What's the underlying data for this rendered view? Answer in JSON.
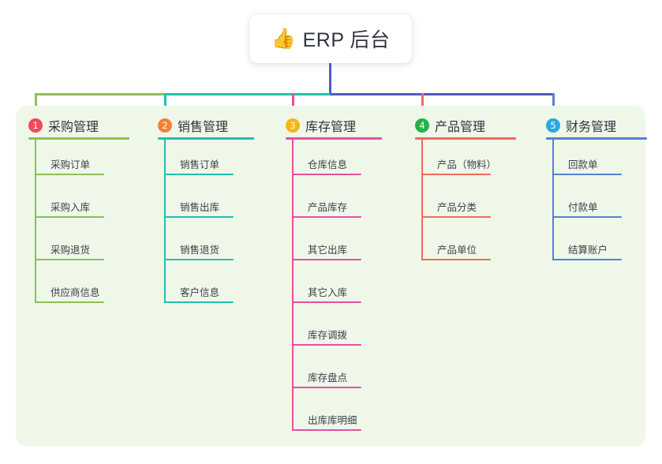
{
  "root": {
    "icon": "thumbs-up-icon",
    "emoji": "👍",
    "title": "ERP 后台"
  },
  "palette": {
    "panel_bg": "#eff7e9",
    "card_bg": "#ffffff",
    "text": "#2f343d",
    "center_stem": "#4f5bc4"
  },
  "columns": [
    {
      "index": "1",
      "title": "采购管理",
      "badge_color": "#f2495c",
      "line_color": "#8cc152",
      "items": [
        {
          "label": "采购订单"
        },
        {
          "label": "采购入库"
        },
        {
          "label": "采购退货"
        },
        {
          "label": "供应商信息"
        }
      ]
    },
    {
      "index": "2",
      "title": "销售管理",
      "badge_color": "#f08336",
      "line_color": "#22c0ae",
      "items": [
        {
          "label": "销售订单"
        },
        {
          "label": "销售出库"
        },
        {
          "label": "销售退货"
        },
        {
          "label": "客户信息"
        }
      ]
    },
    {
      "index": "3",
      "title": "库存管理",
      "badge_color": "#f5b614",
      "line_color": "#ea4f9a",
      "items": [
        {
          "label": "仓库信息"
        },
        {
          "label": "产品库存"
        },
        {
          "label": "其它出库"
        },
        {
          "label": "其它入库"
        },
        {
          "label": "库存调拨"
        },
        {
          "label": "库存盘点"
        },
        {
          "label": "出库库明细"
        }
      ]
    },
    {
      "index": "4",
      "title": "产品管理",
      "badge_color": "#22b24c",
      "line_color": "#f4685f",
      "items": [
        {
          "label": "产品（物料）"
        },
        {
          "label": "产品分类"
        },
        {
          "label": "产品单位"
        }
      ]
    },
    {
      "index": "5",
      "title": "财务管理",
      "badge_color": "#29a9e0",
      "line_color": "#5b7fd4",
      "items": [
        {
          "label": "回款单"
        },
        {
          "label": "付款单"
        },
        {
          "label": "结算账户"
        }
      ]
    }
  ]
}
